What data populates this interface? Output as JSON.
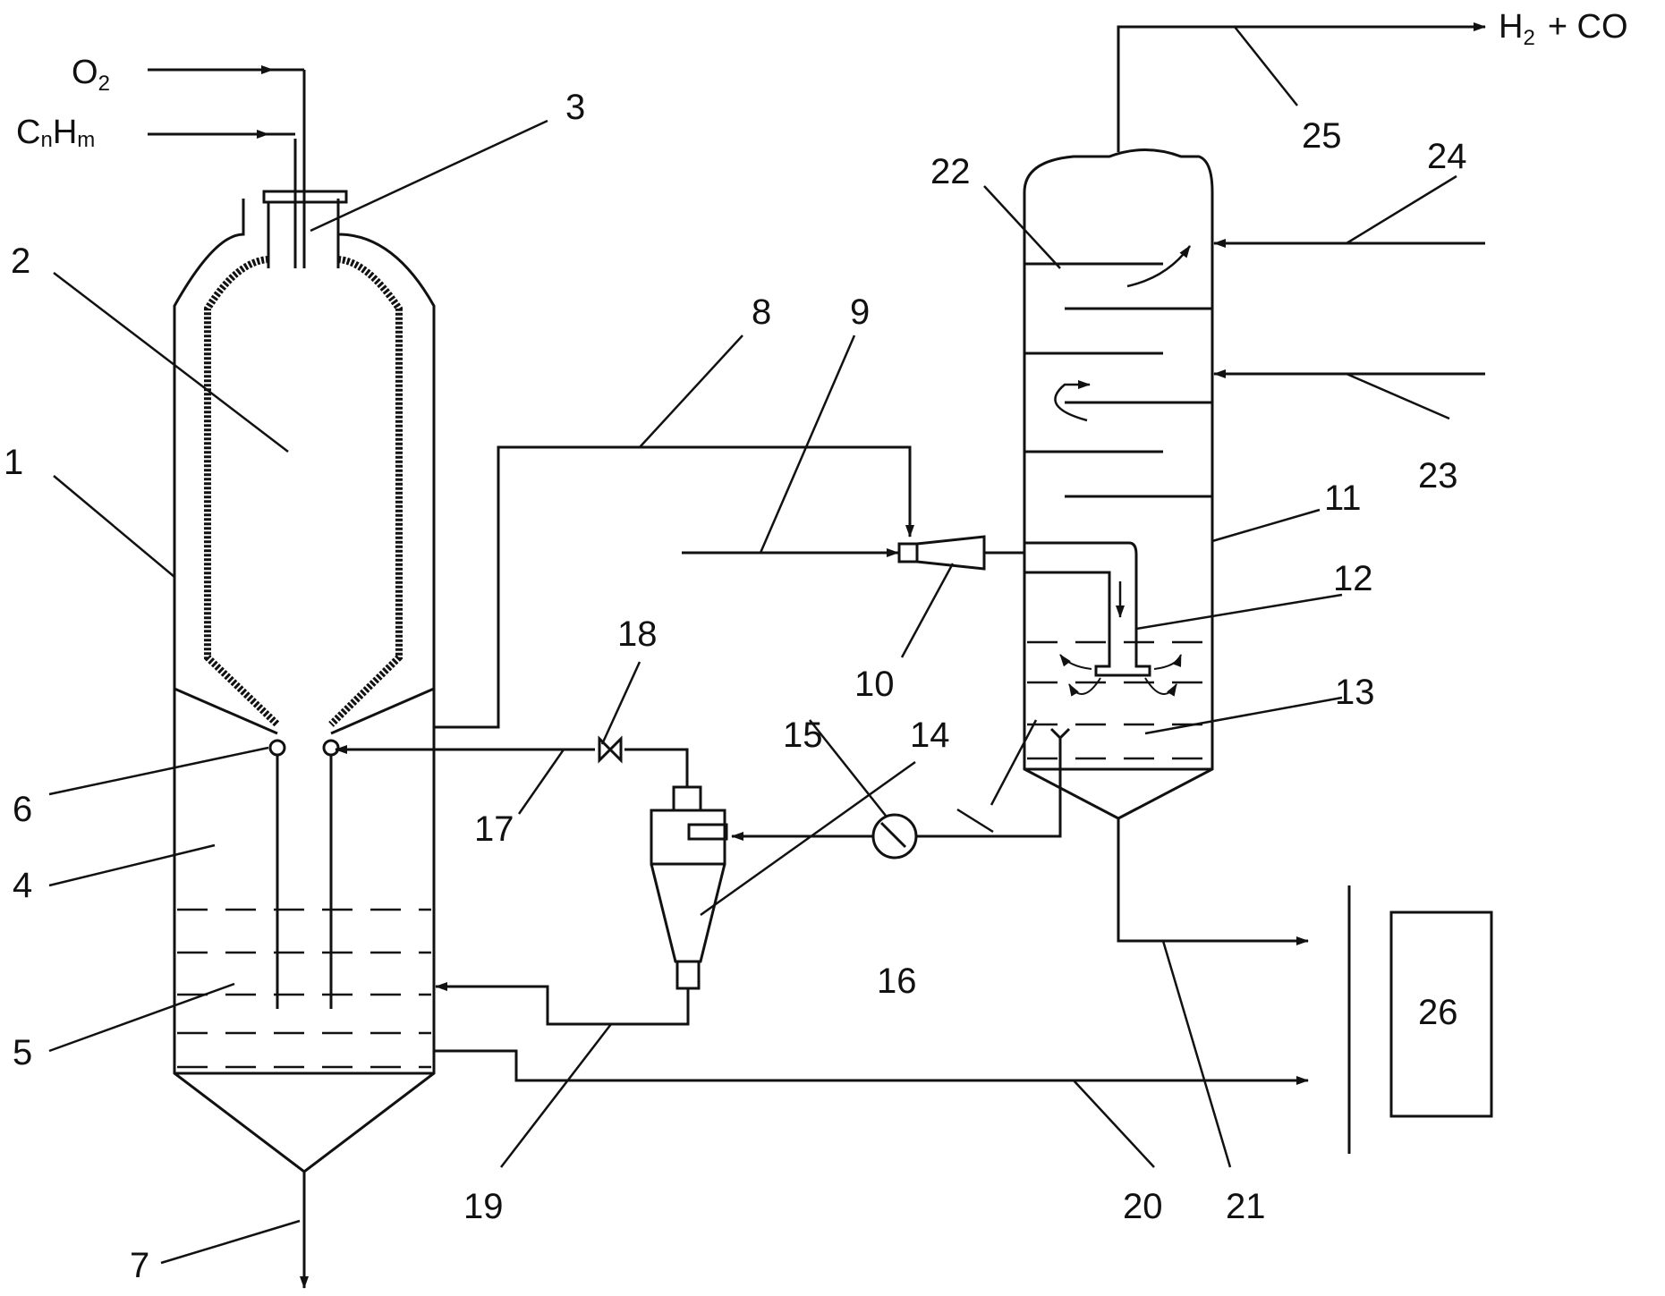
{
  "streams": {
    "oxygen_main": "O",
    "oxygen_sub": "2",
    "hydrocarbon_c": "C",
    "hydrocarbon_n": "n",
    "hydrocarbon_h": "H",
    "hydrocarbon_m": "m",
    "product_h": "H",
    "product_sub": "2",
    "product_rest": "+ CO"
  },
  "callouts": [
    "1",
    "2",
    "3",
    "4",
    "5",
    "6",
    "7",
    "8",
    "9",
    "10",
    "11",
    "12",
    "13",
    "14",
    "15",
    "16",
    "17",
    "18",
    "19",
    "20",
    "21",
    "22",
    "23",
    "24",
    "25",
    "26"
  ],
  "colors": {
    "line": "#111111",
    "background": "#ffffff"
  }
}
